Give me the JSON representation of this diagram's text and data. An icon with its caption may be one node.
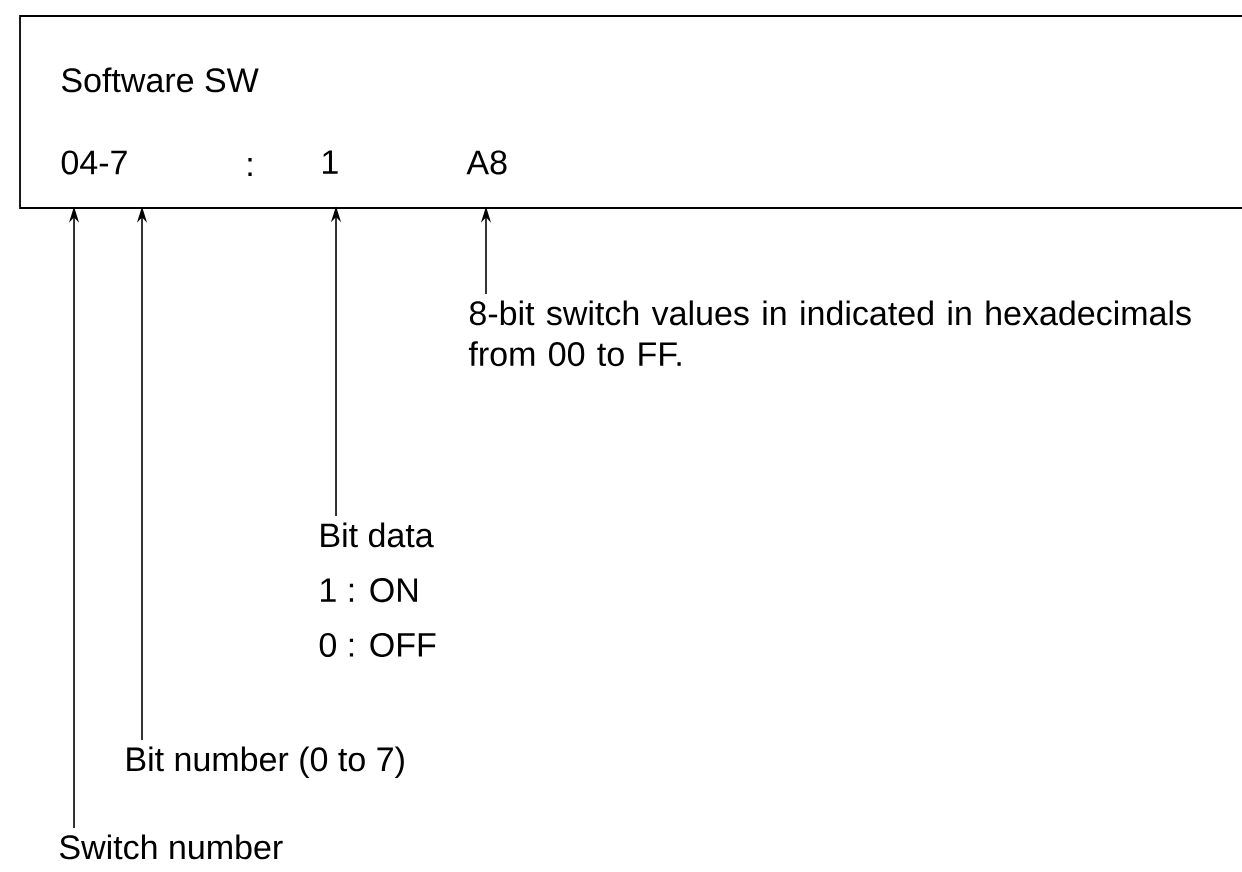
{
  "diagram": {
    "nodes": [
      {
        "text": [
          "Software SW"
        ]
      },
      {
        "text": [
          "04-7"
        ],
        "in": 0
      },
      {
        "text": [
          "1"
        ],
        "in": 0
      },
      {
        "text": [
          "A8"
        ],
        "in": 0
      },
      {
        "text": [
          "8-bit switch values in indicated in hexadecimals from 00 to FF."
        ]
      },
      {
        "text": [
          "Bit data",
          "1 : ON",
          "0 : OFF"
        ]
      },
      {
        "text": [
          "Bit number (0 to 7)"
        ]
      },
      {
        "text": [
          "Switch number"
        ]
      }
    ],
    "edges": [
      {
        "from": 4,
        "to": 3,
        "arrow": "to"
      },
      {
        "from": 5,
        "to": 2,
        "arrow": "to"
      },
      {
        "from": 6,
        "to": 1,
        "arrow": "to"
      },
      {
        "from": 7,
        "to": 1,
        "arrow": "to"
      }
    ],
    "labels": [
      ":"
    ]
  }
}
